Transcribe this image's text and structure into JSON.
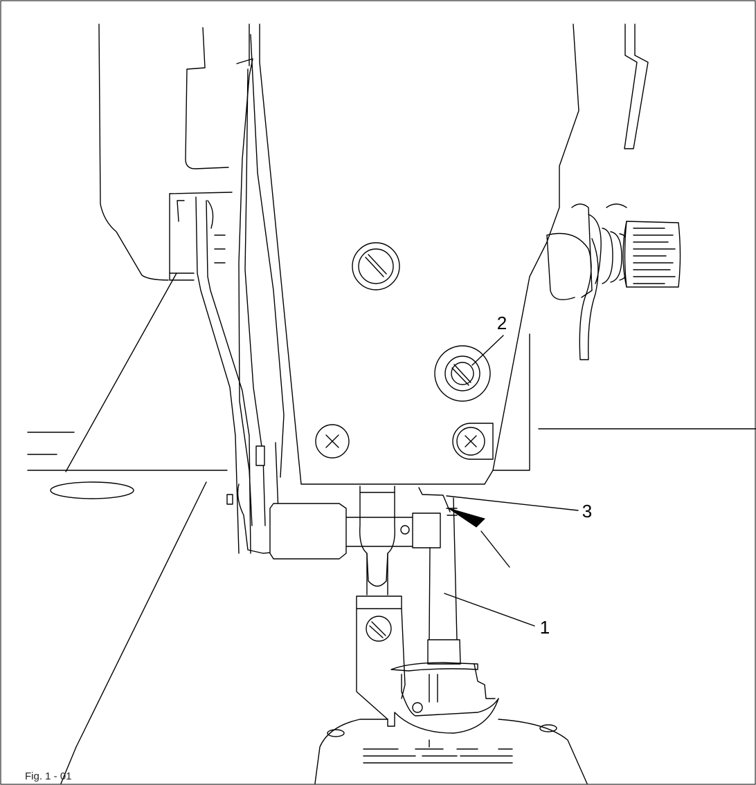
{
  "figure": {
    "caption": "Fig. 1 - 01",
    "callouts": {
      "c1": "1",
      "c2": "2",
      "c3": "3"
    }
  }
}
